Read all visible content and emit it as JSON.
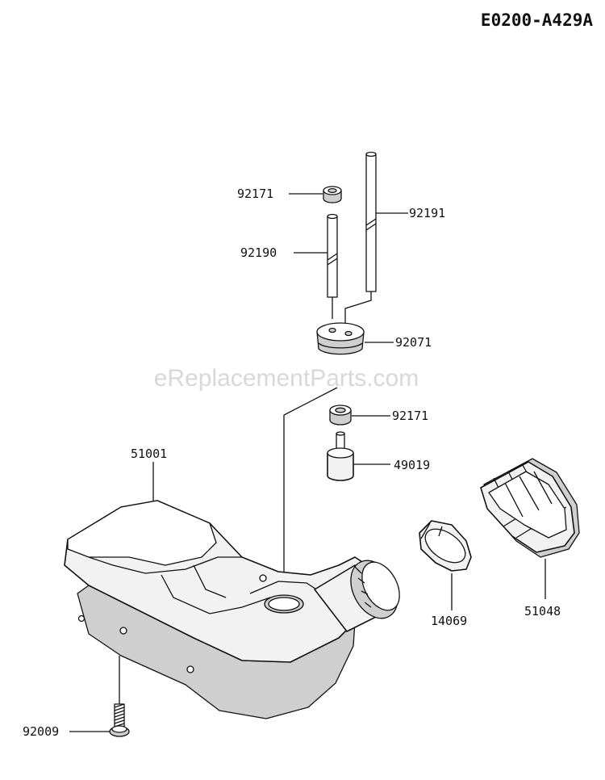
{
  "diagram_code": "E0200-A429A",
  "watermark": "eReplacementParts.com",
  "parts": [
    {
      "id": "p-92171-top",
      "number": "92171"
    },
    {
      "id": "p-92191",
      "number": "92191"
    },
    {
      "id": "p-92190",
      "number": "92190"
    },
    {
      "id": "p-92071",
      "number": "92071"
    },
    {
      "id": "p-92171-bottom",
      "number": "92171"
    },
    {
      "id": "p-49019",
      "number": "49019"
    },
    {
      "id": "p-51001",
      "number": "51001"
    },
    {
      "id": "p-51048",
      "number": "51048"
    },
    {
      "id": "p-14069",
      "number": "14069"
    },
    {
      "id": "p-92009",
      "number": "92009"
    }
  ]
}
